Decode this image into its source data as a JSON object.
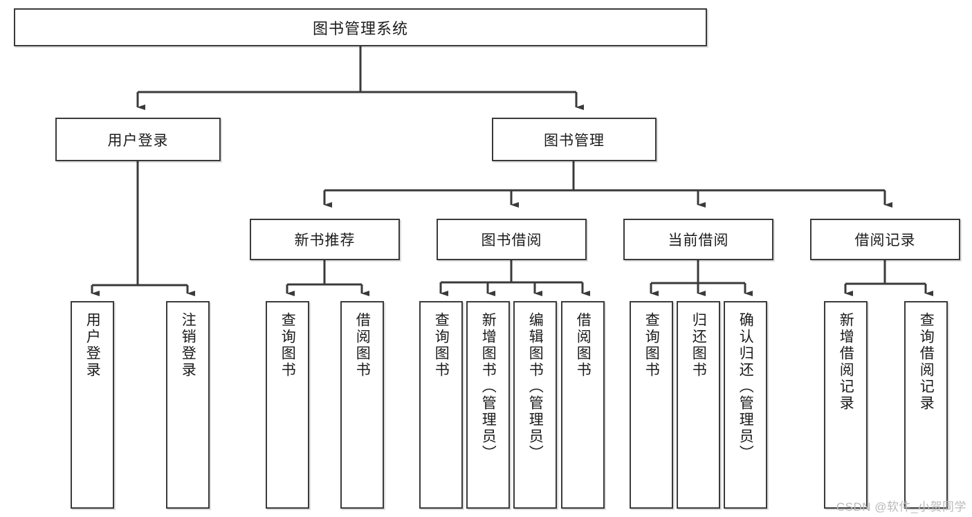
{
  "diagram": {
    "type": "tree-hierarchy",
    "title": "图书管理系统",
    "orientation": "top-down",
    "root": {
      "id": "root",
      "label": "图书管理系统"
    },
    "level2": [
      {
        "id": "user-login",
        "label": "用户登录"
      },
      {
        "id": "book-manage",
        "label": "图书管理"
      }
    ],
    "level3": [
      {
        "id": "new-book-rec",
        "label": "新书推荐",
        "parent": "book-manage"
      },
      {
        "id": "book-borrow",
        "label": "图书借阅",
        "parent": "book-manage"
      },
      {
        "id": "current-borrow",
        "label": "当前借阅",
        "parent": "book-manage"
      },
      {
        "id": "borrow-record",
        "label": "借阅记录",
        "parent": "book-manage"
      }
    ],
    "leaves": {
      "user_login": [
        {
          "id": "leaf-user-login",
          "label": "用户登录"
        },
        {
          "id": "leaf-logout",
          "label": "注销登录"
        }
      ],
      "new_book_rec": [
        {
          "id": "leaf-query-book-1",
          "label": "查询图书"
        },
        {
          "id": "leaf-borrow-book-1",
          "label": "借阅图书"
        }
      ],
      "book_borrow": [
        {
          "id": "leaf-query-book-2",
          "label": "查询图书"
        },
        {
          "id": "leaf-add-book",
          "label": "新增图书（管理员）"
        },
        {
          "id": "leaf-edit-book",
          "label": "编辑图书（管理员）"
        },
        {
          "id": "leaf-borrow-book-2",
          "label": "借阅图书"
        }
      ],
      "current_borrow": [
        {
          "id": "leaf-query-book-3",
          "label": "查询图书"
        },
        {
          "id": "leaf-return-book",
          "label": "归还图书"
        },
        {
          "id": "leaf-confirm-return",
          "label": "确认归还（管理员）"
        }
      ],
      "borrow_record": [
        {
          "id": "leaf-add-record",
          "label": "新增借阅记录"
        },
        {
          "id": "leaf-query-record",
          "label": "查询借阅记录"
        }
      ]
    }
  },
  "watermark": {
    "text": "CSDN @软件_小贺同学"
  },
  "colors": {
    "box_border": "#3a3a3a",
    "box_fill": "#ffffff",
    "connector": "#3a3a3a",
    "text": "#1b1b1b",
    "watermark": "#b9b9b9",
    "background": "#ffffff"
  }
}
